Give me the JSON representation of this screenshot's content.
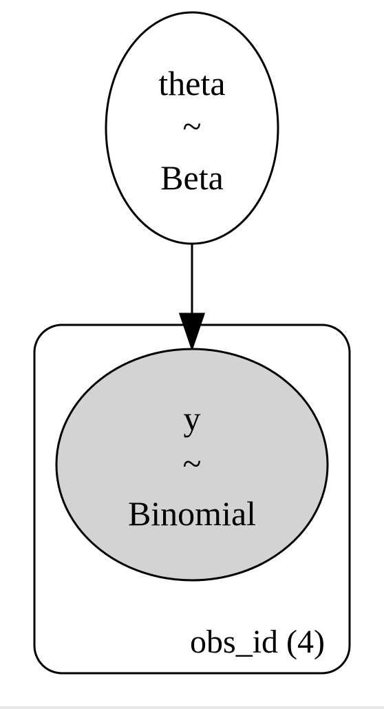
{
  "nodes": {
    "theta": {
      "name": "theta",
      "tilde": "~",
      "distribution": "Beta",
      "fill": "#ffffff",
      "observed": false
    },
    "y": {
      "name": "y",
      "tilde": "~",
      "distribution": "Binomial",
      "fill": "#d3d3d3",
      "observed": true
    }
  },
  "plate": {
    "label": "obs_id (4)"
  },
  "edges": [
    {
      "from": "theta",
      "to": "y"
    }
  ],
  "colors": {
    "stroke": "#000000",
    "background": "#ffffff"
  }
}
